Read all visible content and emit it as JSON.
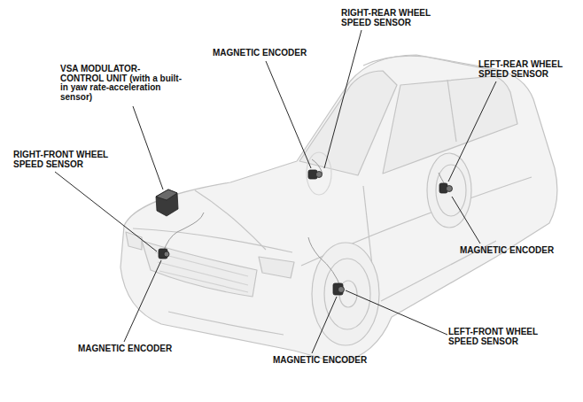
{
  "diagram": {
    "labels": [
      "RIGHT-REAR WHEEL SPEED SENSOR",
      "MAGNETIC ENCODER",
      "LEFT-REAR WHEEL SPEED SENSOR",
      "VSA MODULATOR- CONTROL UNIT (with a built-in yaw rate-acceleration sensor)",
      "RIGHT-FRONT WHEEL SPEED SENSOR",
      "MAGNETIC ENCODER",
      "LEFT-FRONT WHEEL SPEED SENSOR",
      "MAGNETIC ENCODER",
      "MAGNETIC ENCODER"
    ]
  }
}
